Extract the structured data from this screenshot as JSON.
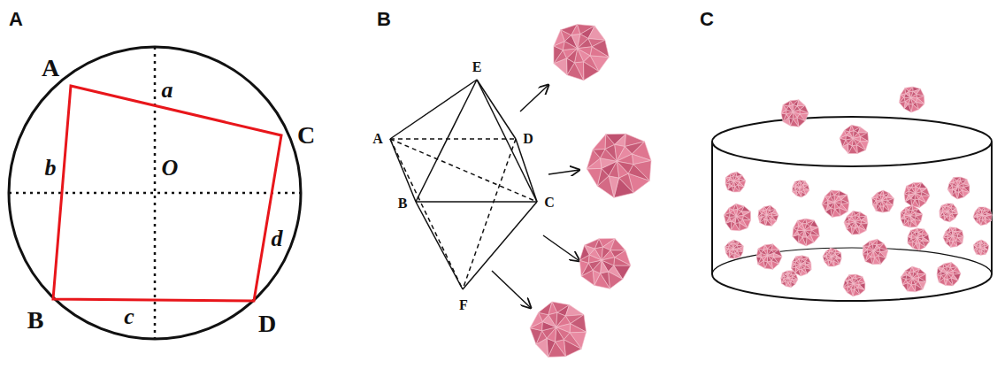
{
  "diagram": {
    "labels": [
      "A",
      "B",
      "C",
      "A",
      "a",
      "C",
      "b",
      "O",
      "d",
      "B",
      "c",
      "D",
      "E",
      "A",
      "D",
      "B",
      "C",
      "F"
    ]
  }
}
